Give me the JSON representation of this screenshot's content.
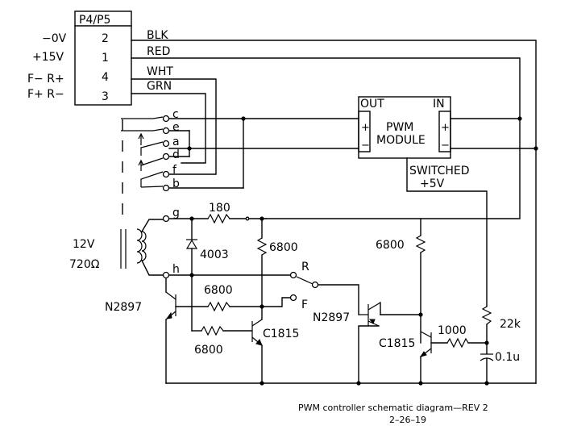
{
  "connector": {
    "title": "P4/P5",
    "rows": [
      {
        "left": "−0V",
        "pin": "2",
        "wire": "BLK"
      },
      {
        "left": "+15V",
        "pin": "1",
        "wire": "RED"
      },
      {
        "left": "F− R+",
        "pin": "4",
        "wire": "WHT"
      },
      {
        "left": "F+ R−",
        "pin": "3",
        "wire": "GRN"
      }
    ]
  },
  "switch_contacts": [
    "c",
    "e",
    "a",
    "d",
    "f",
    "b"
  ],
  "pwm_module": {
    "title": "PWM",
    "subtitle": "MODULE",
    "out_label": "OUT",
    "in_label": "IN",
    "plus": "+",
    "minus": "−",
    "switched_label": "SWITCHED",
    "switched_value": "+5V"
  },
  "transformer": {
    "voltage": "12V",
    "resistance": "720Ω"
  },
  "nodes": {
    "g": "g",
    "h": "h",
    "R": "R",
    "F": "F"
  },
  "components": {
    "r180": "180",
    "diode": "4003",
    "r6800_a": "6800",
    "r6800_b": "6800",
    "r6800_c": "6800",
    "r6800_d": "6800",
    "q1": "N2897",
    "q2": "C1815",
    "q3": "N2897",
    "q4": "C1815",
    "r1000": "1000",
    "r22k": "22k",
    "cap": "0.1u"
  },
  "caption": {
    "line1": "PWM controller schematic diagram—REV 2",
    "line2": "2–26–19"
  }
}
